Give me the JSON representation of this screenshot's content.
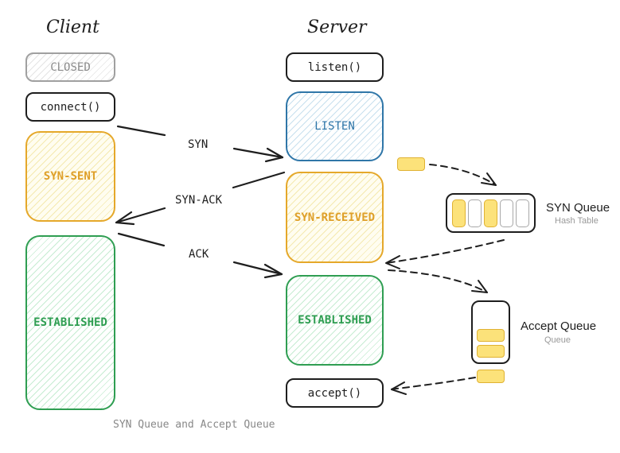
{
  "client": {
    "title": "Client",
    "states": {
      "closed": "CLOSED",
      "connect": "connect()",
      "syn_sent": "SYN-SENT",
      "established": "ESTABLISHED"
    }
  },
  "server": {
    "title": "Server",
    "states": {
      "listen_call": "listen()",
      "listen": "LISTEN",
      "syn_received": "SYN-RECEIVED",
      "established": "ESTABLISHED",
      "accept": "accept()"
    }
  },
  "messages": {
    "syn": "SYN",
    "syn_ack": "SYN-ACK",
    "ack": "ACK"
  },
  "syn_queue": {
    "title": "SYN Queue",
    "subtitle": "Hash Table",
    "slots": [
      true,
      false,
      true,
      false,
      false
    ]
  },
  "accept_queue": {
    "title": "Accept Queue",
    "subtitle": "Queue",
    "items": 2
  },
  "caption": "SYN Queue and Accept Queue",
  "colors": {
    "gray": "#a0a0a0",
    "yellow": "#e5a82a",
    "blue": "#2f76a8",
    "green": "#2f9e52",
    "queue_fill": "#fce27a"
  }
}
